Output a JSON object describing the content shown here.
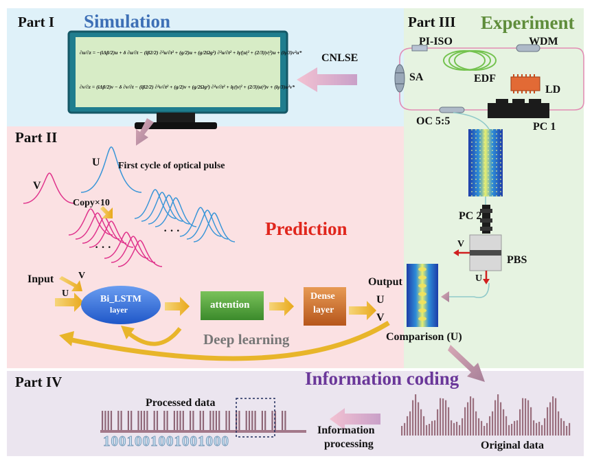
{
  "parts": {
    "p1": {
      "label": "Part I",
      "title": "Simulation"
    },
    "p2": {
      "label": "Part II",
      "title": "Prediction"
    },
    "p3": {
      "label": "Part III",
      "title": "Experiment"
    },
    "p4": {
      "label": "Part IV",
      "title": "Information coding"
    }
  },
  "simulation": {
    "cnlse": "CNLSE",
    "eq1": "∂u/∂z = −(iΔβ/2)u + δ ∂u/∂t − (iβ2/2) ∂²u/∂t² + (g/2)u + (g/2Ωg²) ∂²u/∂t² + iγ(|u|² + (2/3)|v|²)u + (iγ/3)v²u*",
    "eq2": "∂v/∂z = (iΔβ/2)v − δ ∂v/∂t − (iβ2/2) ∂²v/∂t² + (g/2)v + (g/2Ωg²) ∂²v/∂t² + iγ(|v|² + (2/3)|u|²)v + (iγ/3)u²v*"
  },
  "experiment": {
    "pi_iso": "PI-ISO",
    "wdm": "WDM",
    "sa": "SA",
    "edf": "EDF",
    "ld": "LD",
    "oc": "OC 5:5",
    "pc1": "PC 1",
    "pc2": "PC 2",
    "pbs": "PBS",
    "v": "V",
    "u": "U",
    "comparison": "Comparison (U)"
  },
  "prediction": {
    "u": "U",
    "v": "V",
    "first_cycle": "First cycle of optical pulse",
    "copy": "Copy×10",
    "dots": "· · ·",
    "input": "Input",
    "in_v": "V",
    "in_u": "U",
    "bilstm_1": "Bi_LSTM",
    "bilstm_2": "layer",
    "attention": "attention",
    "dense_1": "Dense",
    "dense_2": "layer",
    "output": "Output",
    "out_u": "U",
    "out_v": "V",
    "deep_learning": "Deep learning"
  },
  "coding": {
    "processed": "Processed data",
    "binary": "1001001001001000",
    "info_1": "Information",
    "info_2": "processing",
    "original": "Original data"
  }
}
